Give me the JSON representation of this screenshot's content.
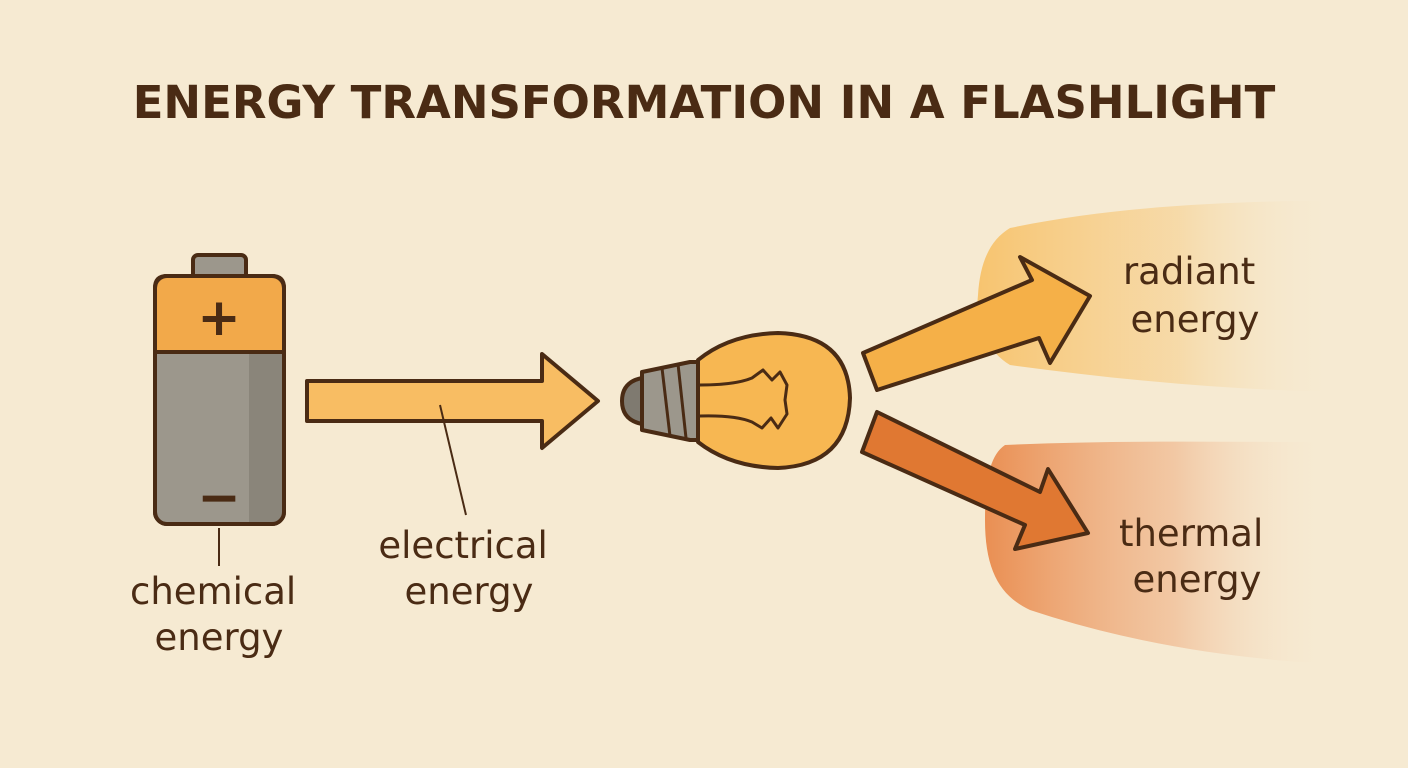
{
  "title": "ENERGY TRANSFORMATION IN A FLASHLIGHT",
  "battery": {
    "plus_sign": "+",
    "minus_sign": "−"
  },
  "labels": {
    "chemical": [
      "chemical",
      "energy"
    ],
    "electrical": [
      "electrical",
      "energy"
    ],
    "radiant": [
      "radiant",
      "energy"
    ],
    "thermal": [
      "thermal",
      "energy"
    ]
  },
  "colors": {
    "background": "#f6ead2",
    "ink": "#4a2b14",
    "battery_top": "#f2a94a",
    "battery_body": "#9c978c",
    "electrical_arrow": "#f8bd63",
    "bulb": "#f7b752",
    "radiant_arrow": "#f5b048",
    "thermal_arrow": "#e07832",
    "radiant_glow": "#f7c573",
    "thermal_glow": "#ec9a5c"
  },
  "icons": [
    "battery-icon",
    "light-bulb-icon"
  ]
}
